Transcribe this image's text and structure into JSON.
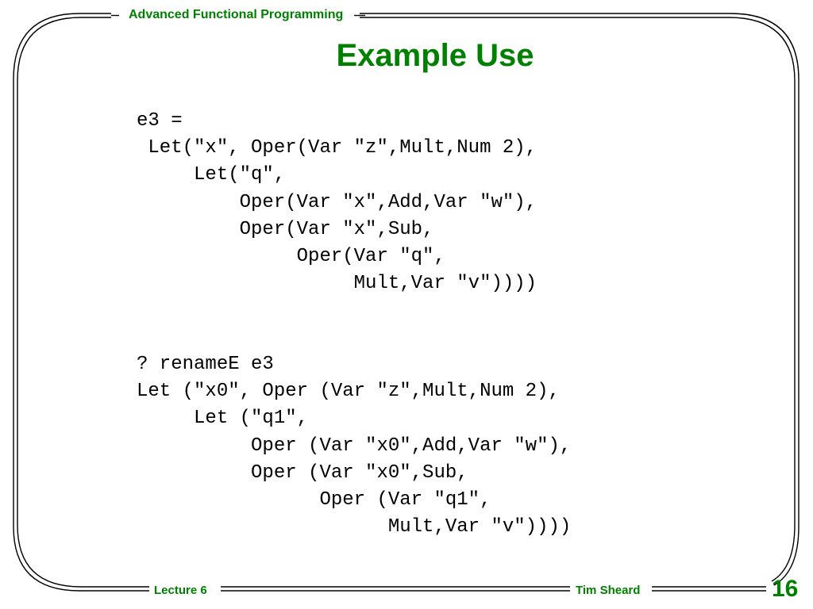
{
  "header": {
    "course_title": "Advanced Functional Programming"
  },
  "slide": {
    "title": "Example Use",
    "code_block_1": "e3 =\n Let(\"x\", Oper(Var \"z\",Mult,Num 2),\n     Let(\"q\",\n         Oper(Var \"x\",Add,Var \"w\"),\n         Oper(Var \"x\",Sub,\n              Oper(Var \"q\",\n                   Mult,Var \"v\"))))",
    "code_block_2": "? renameE e3\nLet (\"x0\", Oper (Var \"z\",Mult,Num 2),\n     Let (\"q1\",\n          Oper (Var \"x0\",Add,Var \"w\"),\n          Oper (Var \"x0\",Sub,\n                Oper (Var \"q1\",\n                      Mult,Var \"v\"))))"
  },
  "footer": {
    "lecture": "Lecture 6",
    "author": "Tim Sheard",
    "page_number": "16"
  },
  "colors": {
    "accent": "#008000",
    "text": "#000000",
    "frame": "#000000"
  }
}
